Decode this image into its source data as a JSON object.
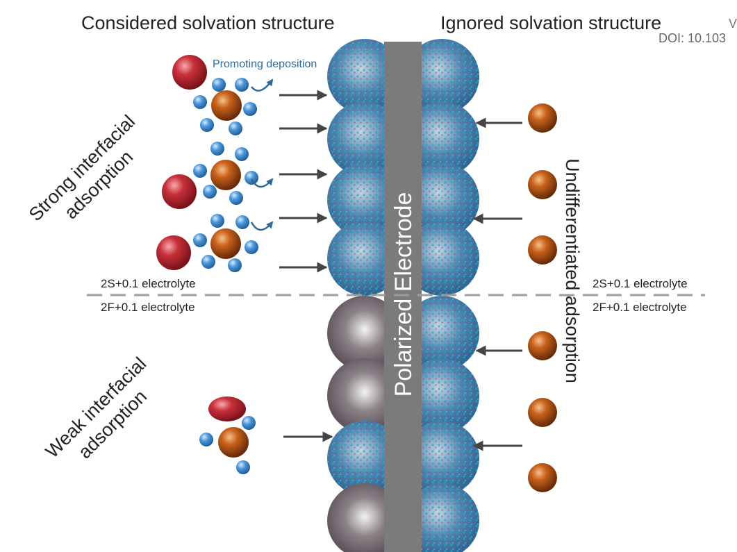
{
  "headers": {
    "left": "Considered solvation structure",
    "right": "Ignored solvation structure",
    "corner_fragment": "V",
    "doi_fragment": "DOI: 10.103"
  },
  "labels": {
    "strong_adsorption": [
      "Strong interfacial",
      "adsorption"
    ],
    "weak_adsorption": [
      "Weak interfacial",
      "adsorption"
    ],
    "undifferentiated_adsorption": "Undifferentiated adsorption",
    "promoting_deposition": "Promoting deposition",
    "electrode": "Polarized Electrode"
  },
  "electrolytes": {
    "upper_left": "2S+0.1 electrolyte",
    "lower_left": "2F+0.1 electrolyte",
    "upper_right": "2S+0.1 electrolyte",
    "lower_right": "2F+0.1 electrolyte"
  },
  "colors": {
    "cation": "#a9470f",
    "anion_red": "#c0282f",
    "solvent_blue": "#3f86c9",
    "electrode_bar": "#7b7b7b",
    "divider": "#9e9e9e",
    "arrow": "#444444",
    "curved_arrow": "#2f6a9a",
    "surface_blue": "#3a79a8",
    "surface_grey": "#6a5f66"
  }
}
